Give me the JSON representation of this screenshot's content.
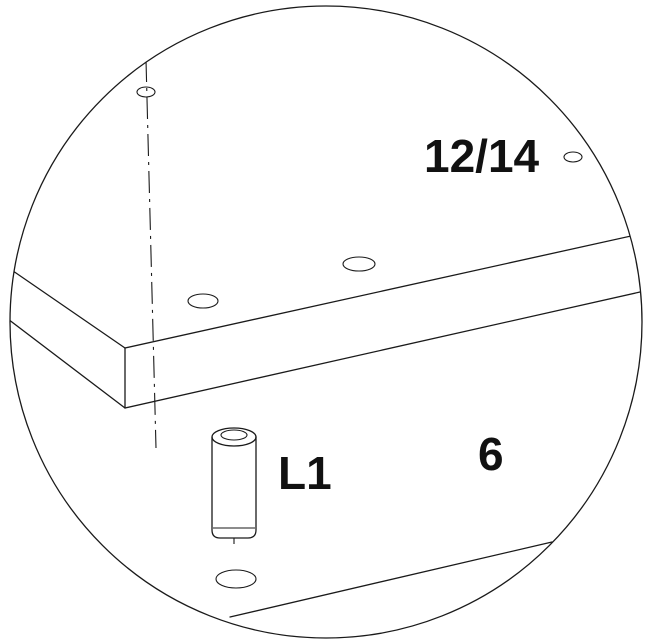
{
  "labels": {
    "panel_top": "12/14",
    "panel_side": "6",
    "dowel": "L1"
  },
  "colors": {
    "line": "#1a1a1a",
    "background": "#ffffff",
    "text": "#111111"
  }
}
